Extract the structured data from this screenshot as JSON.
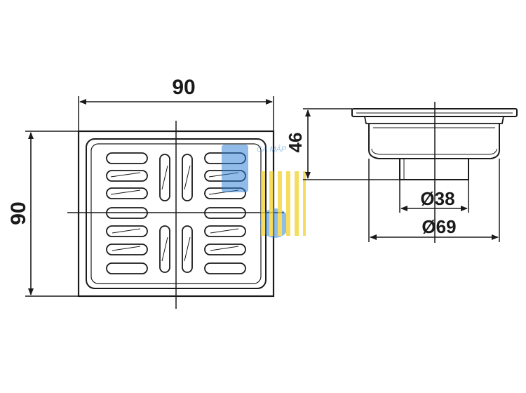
{
  "drawing": {
    "top_view": {
      "width_label": "90",
      "height_label": "90"
    },
    "side_view": {
      "height_label": "46",
      "outlet_diameter_label": "Ø38",
      "body_diameter_label": "Ø69"
    },
    "watermark": {
      "text": "CÁ MẬP"
    }
  },
  "colors": {
    "line": "#1a1a1a",
    "watermark_blue": "#2e7fd6",
    "watermark_yellow": "#f2d22a"
  }
}
